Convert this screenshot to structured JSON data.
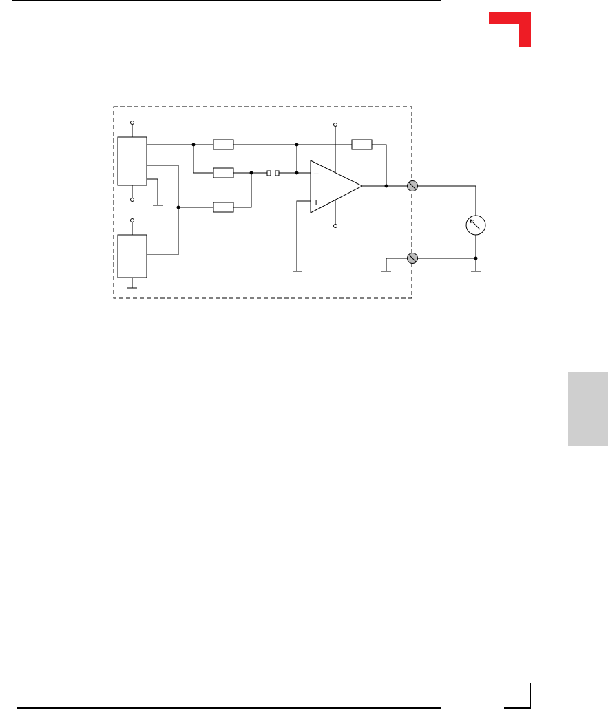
{
  "page": {
    "accent_color": "#ee1c25",
    "tab_color": "#cfcfcf",
    "line_color": "#000000"
  },
  "diagram": {
    "type": "circuit-schematic",
    "components": [
      "sensor-block-upper",
      "sensor-block-lower",
      "resistor-r1",
      "resistor-r2",
      "resistor-r3",
      "feedback-resistor",
      "capacitor",
      "op-amp",
      "output-terminal",
      "ground-terminal",
      "meter"
    ],
    "op_amp": {
      "inverting_symbol": "−",
      "non_inverting_symbol": "+"
    },
    "icons": {
      "meter": "ammeter-icon",
      "terminal": "screw-terminal-icon",
      "ground": "ground-icon"
    }
  }
}
